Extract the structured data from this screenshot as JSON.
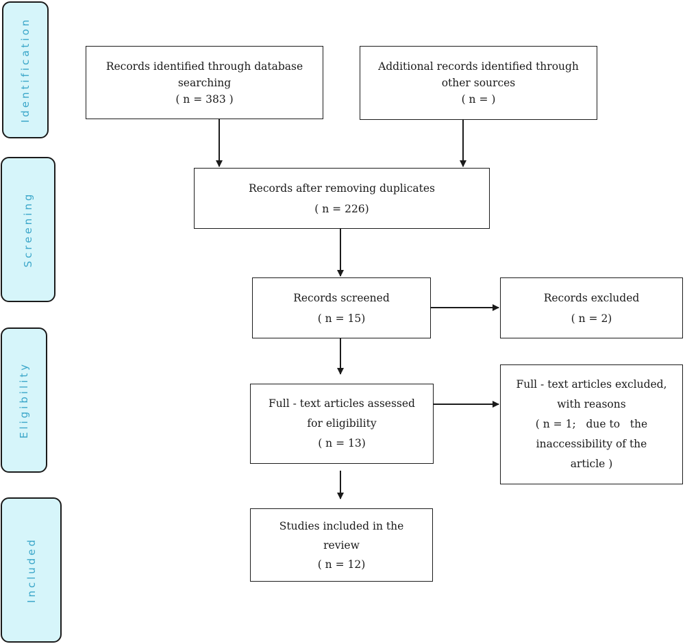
{
  "phases": {
    "identification": "Identification",
    "screening": "Screening",
    "eligibility": "Eligibility",
    "included": "Included"
  },
  "boxes": {
    "database_records": {
      "line1": "Records identified through database",
      "line2": "searching",
      "count": "( n = 383 )"
    },
    "additional_records": {
      "line1": "Additional records identified through",
      "line2": "other sources",
      "count": "( n = )"
    },
    "after_duplicates": {
      "line1": "Records after removing duplicates",
      "count": "( n = 226)"
    },
    "screened": {
      "line1": "Records screened",
      "count": "( n = 15)"
    },
    "excluded": {
      "line1": "Records excluded",
      "count": "( n = 2)"
    },
    "fulltext_assessed": {
      "line1": "Full - text articles assessed",
      "line2": "for eligibility",
      "count": "( n = 13)"
    },
    "fulltext_excluded": {
      "line1": "Full - text articles excluded,",
      "line2": "with reasons",
      "line3": "( n = 1;   due to   the",
      "line4": "inaccessibility of the",
      "line5": "article )"
    },
    "included_studies": {
      "line1": "Studies included in the",
      "line2": "review",
      "count": "( n = 12)"
    }
  }
}
